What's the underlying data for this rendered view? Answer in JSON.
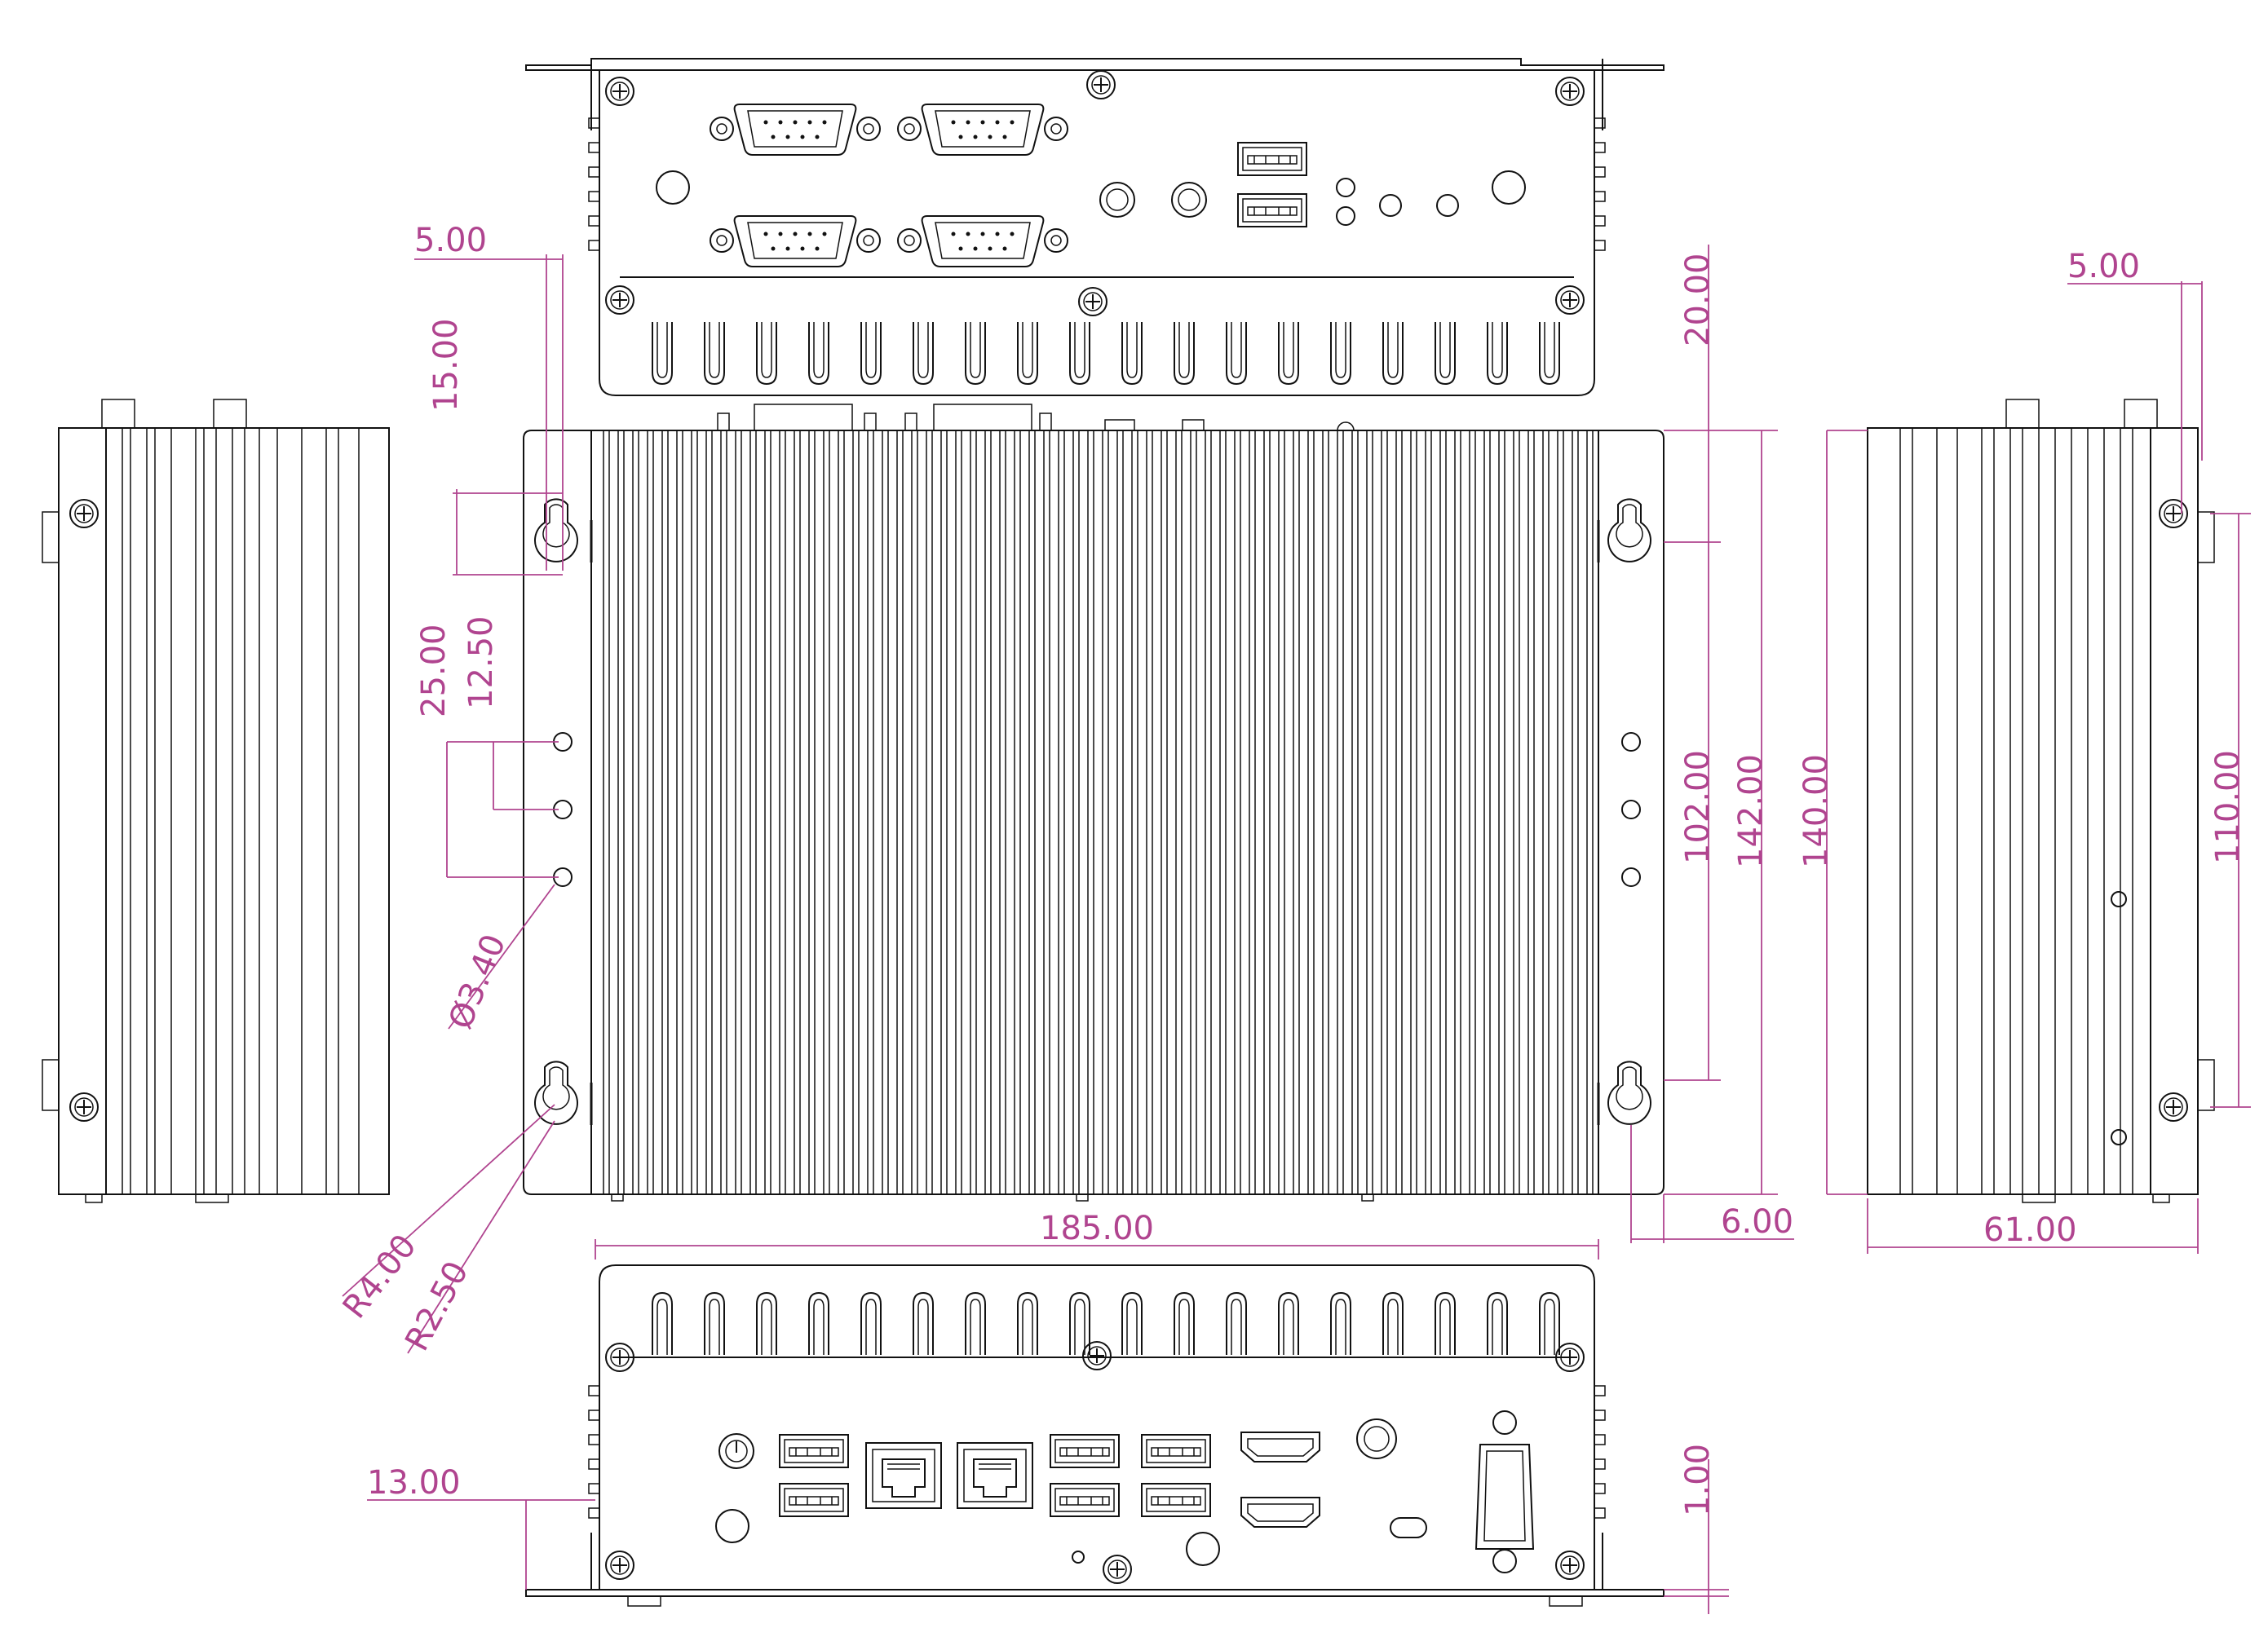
{
  "colors": {
    "line": "#111111",
    "dimension": "#b0448f",
    "background": "#ffffff"
  },
  "dimensions": {
    "top_flange_width": "5.00",
    "mount_hole_offset": "15.00",
    "hole_spacing_outer": "25.00",
    "hole_spacing_inner": "12.50",
    "hole_diameter": "Ø3.40",
    "slot_radius_outer": "R4.00",
    "slot_radius_inner": "R2.50",
    "top_offset": "20.00",
    "slot_spacing": "102.00",
    "bracket_height": "142.00",
    "body_height": "140.00",
    "right_flange_width": "5.00",
    "right_hole_spacing": "110.00",
    "bracket_edge": "6.00",
    "overall_width": "185.00",
    "depth": "61.00",
    "bracket_extension": "13.00",
    "bracket_thickness": "1.00"
  },
  "views": [
    {
      "id": "rear-io-view",
      "icons": [
        "db9-serial-connector-icon",
        "usb-a-port-icon",
        "antenna-hole-icon",
        "led-indicator-icon"
      ]
    },
    {
      "id": "top-view",
      "icons": [
        "heatsink-fin-icon",
        "mounting-slot-icon",
        "mounting-hole-icon"
      ]
    },
    {
      "id": "front-io-view",
      "icons": [
        "power-button-icon",
        "usb-a-port-icon",
        "rj45-port-icon",
        "hdmi-port-icon",
        "audio-jack-icon",
        "db9-vertical-connector-icon"
      ]
    },
    {
      "id": "left-side-view",
      "icons": [
        "screw-icon"
      ]
    },
    {
      "id": "right-side-view",
      "icons": [
        "screw-icon"
      ]
    }
  ]
}
